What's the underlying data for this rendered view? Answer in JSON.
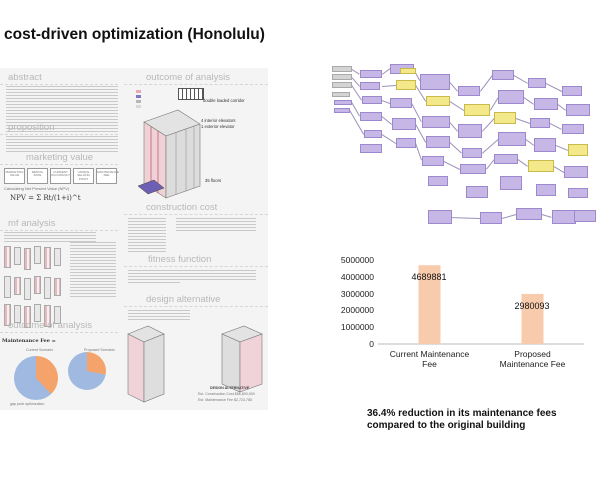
{
  "title": "cost-driven optimization (Honolulu)",
  "poster": {
    "sections": {
      "abstract": "abstract",
      "outcome_top": "outcome of analysis",
      "proposition": "proposition",
      "marketing": "marketing value",
      "construction": "construction cost",
      "mf_analysis": "mf analysis",
      "fitness": "fitness function",
      "outcome_bottom": "outcome of analysis",
      "design_alt": "design alternative"
    },
    "annotations": {
      "corridor": "double loaded corridor",
      "elevators": "4 interior elevators",
      "exterior": "1 exterior elevator",
      "floors": "35 floors"
    },
    "marketing_boxes": [
      "MARKETING VALUE",
      "RENTAL RATE",
      "CURRENT OCCUPANCY",
      "UNIQUE SELLING POINT",
      "MAINTENANCE FEE"
    ],
    "npv_label": "Calculating Net Present Value (NPV)",
    "npv_formula": "NPV = Σ Rt/(1+i)^t",
    "maintenance_formula": "Maintenance Fee =",
    "pie_labels": {
      "left": "Current Scenario",
      "right": "Proposed Scenario"
    },
    "pie_legend": "gap   prob   optimization",
    "design_alt_text": "DESIGN ALTERNATIVE",
    "design_alt_sub": "Est. Construction Cost  $86,800,000",
    "design_alt_sub2": "Est. Maintenance Fee  $2,723,785"
  },
  "graph": {
    "colors": {
      "node": "#c6b7e6",
      "panel": "#f4e98a",
      "param": "#d4d4d4"
    }
  },
  "chart_data": {
    "type": "bar",
    "categories": [
      "Current Maintenance Fee",
      "Proposed Maintenance Fee"
    ],
    "category_lines": [
      [
        "Current Maintenance",
        "Fee"
      ],
      [
        "Proposed",
        "Maintenance Fee"
      ]
    ],
    "values": [
      4689881,
      2980093
    ],
    "value_labels": [
      "4689881",
      "2980093"
    ],
    "title": "",
    "xlabel": "",
    "ylabel": "",
    "ylim": [
      0,
      5000000
    ],
    "yticks": [
      0,
      1000000,
      2000000,
      3000000,
      4000000,
      5000000
    ],
    "ytick_labels": [
      "0",
      "1000000",
      "2000000",
      "3000000",
      "4000000",
      "5000000"
    ],
    "grid": false,
    "legend": "none",
    "bar_color": "#f8cbad"
  },
  "caption": "36.4% reduction in its maintenance fees compared to the original building"
}
